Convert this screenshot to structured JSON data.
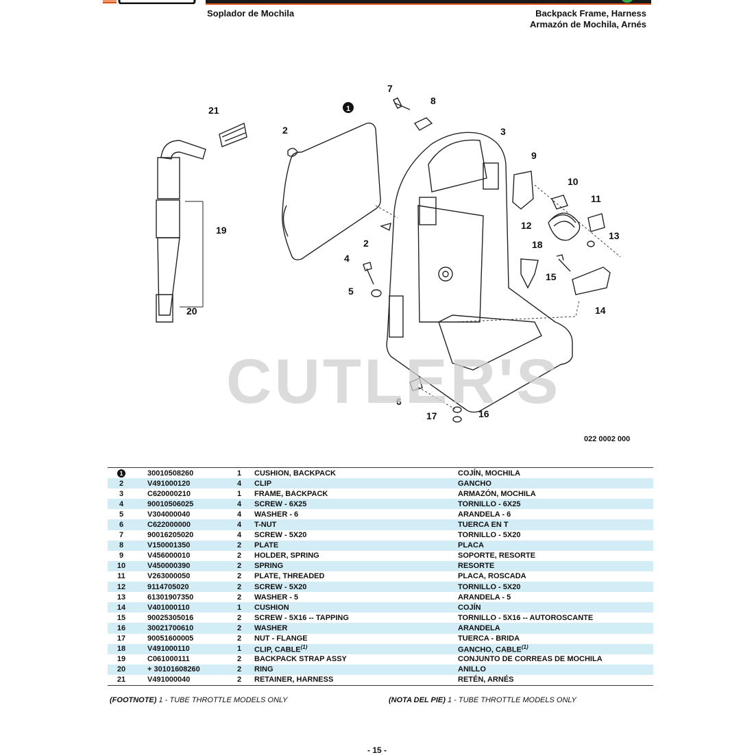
{
  "header": {
    "left_title": "Soplador de Mochila",
    "right_title_1": "Backpack Frame, Harness",
    "right_title_2": "Armazón de Mochila, Arnés"
  },
  "watermark": "CUTLER'S",
  "drawing_code": "022 0002 000",
  "callouts": [
    "1",
    "2",
    "2",
    "3",
    "4",
    "5",
    "6",
    "7",
    "8",
    "9",
    "10",
    "11",
    "12",
    "13",
    "14",
    "15",
    "16",
    "17",
    "18",
    "19",
    "20",
    "21"
  ],
  "parts": [
    {
      "ref": "1",
      "badge": true,
      "pn": "30010508260",
      "qty": "1",
      "en": "CUSHION, BACKPACK",
      "es": "COJÍN, MOCHILA"
    },
    {
      "ref": "2",
      "pn": "V491000120",
      "qty": "4",
      "en": "CLIP",
      "es": "GANCHO"
    },
    {
      "ref": "3",
      "pn": "C620000210",
      "qty": "1",
      "en": "FRAME, BACKPACK",
      "es": "ARMAZÓN, MOCHILA"
    },
    {
      "ref": "4",
      "pn": "90010506025",
      "qty": "4",
      "en": "SCREW - 6X25",
      "es": "TORNILLO - 6X25"
    },
    {
      "ref": "5",
      "pn": "V304000040",
      "qty": "4",
      "en": "WASHER - 6",
      "es": "ARANDELA - 6"
    },
    {
      "ref": "6",
      "pn": "C622000000",
      "qty": "4",
      "en": "T-NUT",
      "es": "TUERCA EN T"
    },
    {
      "ref": "7",
      "pn": "90016205020",
      "qty": "4",
      "en": "SCREW - 5X20",
      "es": "TORNILLO - 5X20"
    },
    {
      "ref": "8",
      "pn": "V150001350",
      "qty": "2",
      "en": "PLATE",
      "es": "PLACA"
    },
    {
      "ref": "9",
      "pn": "V456000010",
      "qty": "2",
      "en": "HOLDER, SPRING",
      "es": "SOPORTE, RESORTE"
    },
    {
      "ref": "10",
      "pn": "V450000390",
      "qty": "2",
      "en": "SPRING",
      "es": "RESORTE"
    },
    {
      "ref": "11",
      "pn": "V263000050",
      "qty": "2",
      "en": "PLATE, THREADED",
      "es": "PLACA, ROSCADA"
    },
    {
      "ref": "12",
      "pn": "9114705020",
      "qty": "2",
      "en": "SCREW - 5X20",
      "es": "TORNILLO - 5X20"
    },
    {
      "ref": "13",
      "pn": "61301907350",
      "qty": "2",
      "en": "WASHER - 5",
      "es": "ARANDELA - 5"
    },
    {
      "ref": "14",
      "pn": "V401000110",
      "qty": "1",
      "en": "CUSHION",
      "es": "COJÍN"
    },
    {
      "ref": "15",
      "pn": "90025305016",
      "qty": "2",
      "en": "SCREW - 5X16 -- TAPPING",
      "es": "TORNILLO - 5X16 -- AUTOROSCANTE"
    },
    {
      "ref": "16",
      "pn": "30021700610",
      "qty": "2",
      "en": "WASHER",
      "es": "ARANDELA"
    },
    {
      "ref": "17",
      "pn": "90051600005",
      "qty": "2",
      "en": "NUT - FLANGE",
      "es": "TUERCA - BRIDA"
    },
    {
      "ref": "18",
      "pn": "V491000110",
      "qty": "1",
      "en": "CLIP, CABLE",
      "en_note": "(1)",
      "es": "GANCHO, CABLE",
      "es_note": "(1)"
    },
    {
      "ref": "19",
      "pn": "C061000111",
      "qty": "2",
      "en": "BACKPACK STRAP ASSY",
      "es": "CONJUNTO DE CORREAS DE MOCHILA"
    },
    {
      "ref": "20",
      "pn": "+ 30101608260",
      "qty": "2",
      "en": "RING",
      "es": "ANILLO"
    },
    {
      "ref": "21",
      "pn": "V491000040",
      "qty": "2",
      "en": "RETAINER, HARNESS",
      "es": "RETÉN, ARNÉS"
    }
  ],
  "footnote_en": {
    "label": "(FOOTNOTE)",
    "text": "1 - TUBE THROTTLE MODELS ONLY"
  },
  "footnote_es": {
    "label": "(NOTA DEL PIE)",
    "text": "1 - TUBE THROTTLE MODELS ONLY"
  },
  "page_number": "- 15 -",
  "colors": {
    "accent": "#e4561e",
    "row_alt": "#d3edf7",
    "badge": "#111111"
  }
}
